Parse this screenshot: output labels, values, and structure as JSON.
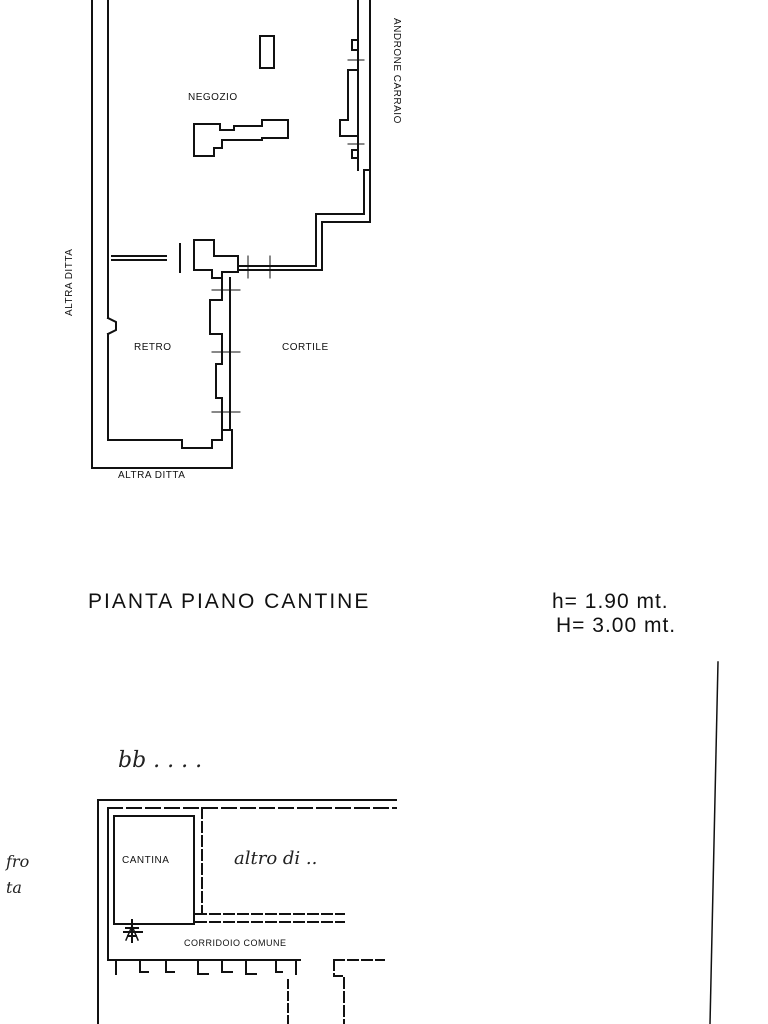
{
  "ground_floor": {
    "rooms": {
      "negozio": "NEGOZIO",
      "retro": "RETRO",
      "cortile": "CORTILE",
      "androne": "ANDRONE CARRAIO"
    },
    "neighbors": {
      "left": "ALTRA DITTA",
      "bottom": "ALTRA DITTA"
    }
  },
  "basement": {
    "title": "PIANTA   PIANO   CANTINE",
    "height_low": "h= 1.90 mt.",
    "height_high": "H= 3.00 mt.",
    "rooms": {
      "cantina": "CANTINA",
      "corridoio": "CORRIDOIO COMUNE"
    },
    "handwritten": {
      "top": "bb  . . . .",
      "right_room": "altro  di ..",
      "side_1": "fro",
      "side_2": "ta"
    }
  }
}
